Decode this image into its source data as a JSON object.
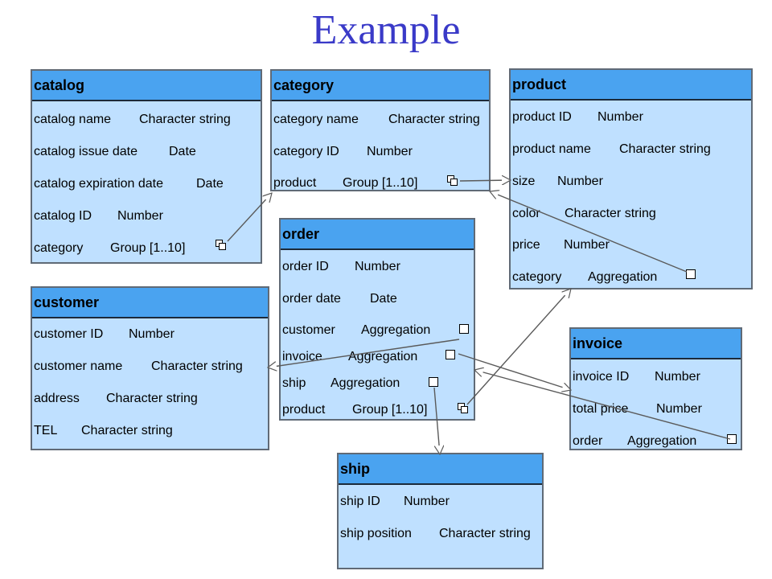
{
  "title": "Example",
  "entities": {
    "catalog": {
      "name": "catalog",
      "attributes": [
        {
          "name": "catalog name",
          "type": "Character string"
        },
        {
          "name": "catalog issue date",
          "type": "Date"
        },
        {
          "name": "catalog expiration date",
          "type": "Date"
        },
        {
          "name": "catalog ID",
          "type": "Number"
        },
        {
          "name": "category",
          "type": "Group [1..10]"
        }
      ]
    },
    "category": {
      "name": "category",
      "attributes": [
        {
          "name": "category name",
          "type": "Character string"
        },
        {
          "name": "category ID",
          "type": "Number"
        },
        {
          "name": "product",
          "type": "Group [1..10]"
        }
      ]
    },
    "product": {
      "name": "product",
      "attributes": [
        {
          "name": "product ID",
          "type": "Number"
        },
        {
          "name": "product name",
          "type": "Character string"
        },
        {
          "name": "size",
          "type": "Number"
        },
        {
          "name": "color",
          "type": "Character string"
        },
        {
          "name": "price",
          "type": "Number"
        },
        {
          "name": "category",
          "type": "Aggregation"
        }
      ]
    },
    "order": {
      "name": "order",
      "attributes": [
        {
          "name": "order ID",
          "type": "Number"
        },
        {
          "name": "order date",
          "type": "Date"
        },
        {
          "name": "customer",
          "type": "Aggregation"
        },
        {
          "name": "invoice",
          "type": "Aggregation"
        },
        {
          "name": "ship",
          "type": "Aggregation"
        },
        {
          "name": "product",
          "type": "Group [1..10]"
        }
      ]
    },
    "customer": {
      "name": "customer",
      "attributes": [
        {
          "name": "customer ID",
          "type": "Number"
        },
        {
          "name": "customer name",
          "type": "Character string"
        },
        {
          "name": "address",
          "type": "Character string"
        },
        {
          "name": "TEL",
          "type": "Character string"
        }
      ]
    },
    "invoice": {
      "name": "invoice",
      "attributes": [
        {
          "name": "invoice ID",
          "type": "Number"
        },
        {
          "name": "total price",
          "type": "Number"
        },
        {
          "name": "order",
          "type": "Aggregation"
        }
      ]
    },
    "ship": {
      "name": "ship",
      "attributes": [
        {
          "name": "ship ID",
          "type": "Number"
        },
        {
          "name": "ship position",
          "type": "Character string"
        }
      ]
    }
  },
  "relations": [
    {
      "from": "catalog.category",
      "to": "category",
      "kind": "group"
    },
    {
      "from": "category.product",
      "to": "product",
      "kind": "group"
    },
    {
      "from": "product.category",
      "to": "category",
      "kind": "aggregation"
    },
    {
      "from": "order.customer",
      "to": "customer",
      "kind": "aggregation"
    },
    {
      "from": "order.invoice",
      "to": "invoice",
      "kind": "aggregation"
    },
    {
      "from": "order.ship",
      "to": "ship",
      "kind": "aggregation"
    },
    {
      "from": "order.product",
      "to": "product",
      "kind": "group"
    },
    {
      "from": "invoice.order",
      "to": "order",
      "kind": "aggregation"
    }
  ],
  "colors": {
    "title": "#3a3ac8",
    "header": "#4aa3f0",
    "body": "#bfe0ff",
    "border": "#606a76",
    "link": "#5a5a5a"
  }
}
